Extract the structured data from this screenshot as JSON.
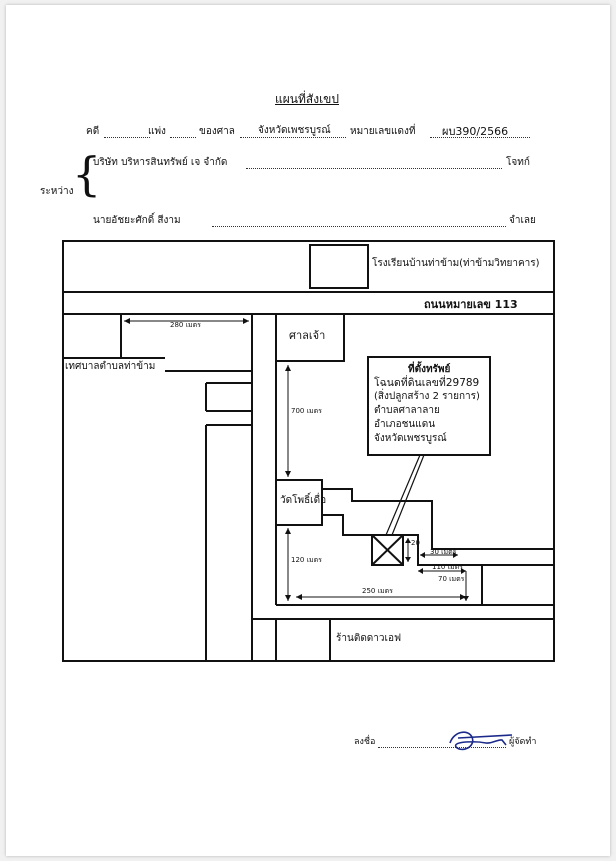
{
  "document": {
    "title": "แผนที่สังเขป",
    "case_line": {
      "case_label": "คดี",
      "civil_label": "แพ่ง",
      "court_label": "ของศาล",
      "court_name": "จังหวัดเพชรบูรณ์",
      "red_no_label": "หมายเลขแดงที่",
      "red_no": "ผบ390/2566"
    },
    "between_label": "ระหว่าง",
    "plaintiff_name": "บริษัท บริหารสินทรัพย์ เจ จำกัด",
    "plaintiff_role": "โจทก์",
    "defendant_name": "นายอัชยะศักดิ์ สีงาม",
    "defendant_role": "จำเลย"
  },
  "map": {
    "school_label": "โรงเรียนบ้านท่าข้าม(ท่าข้ามวิทยาคาร)",
    "road_label": "ถนนหมายเลข 113",
    "shrine_label": "ศาลเจ้า",
    "municipality_label": "เทศบาลตำบลท่าข้าม",
    "temple_label": "วัดโพธิ์เดื่อ",
    "store_label": "ร้านติดดาวเอฟ",
    "property_box": {
      "heading": "ที่ตั้งทรัพย์",
      "line1": "โฉนดที่ดินเลขที่29789",
      "line2": "(สิ่งปลูกสร้าง 2 รายการ)",
      "line3": "ตำบลศาลาลาย",
      "line4": "อำเภอชนแดน",
      "line5": "จังหวัดเพชรบูรณ์"
    },
    "distances": {
      "d280": "280 เมตร",
      "d700": "700 เมตร",
      "d120": "120 เมตร",
      "d250": "250 เมตร",
      "d20": "20",
      "d30": "30 เมตร",
      "d110": "110 เมตร",
      "d70": "70 เมตร"
    }
  },
  "signature": {
    "sign_label": "ลงชื่อ",
    "role_label": "ผู้จัดทำ"
  }
}
